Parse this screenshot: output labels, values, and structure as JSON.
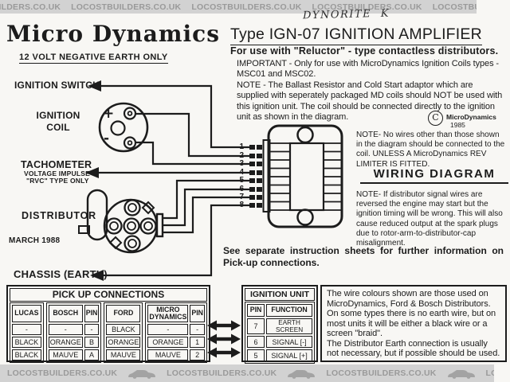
{
  "watermark": {
    "text": "LOCOSTBUILDERS.CO.UK",
    "handwritten_note": "DYNORITE K"
  },
  "header": {
    "brand": "Micro Dynamics",
    "voltage_note": "12 VOLT NEGATIVE EARTH ONLY",
    "title": "Type IGN-07 IGNITION AMPLIFIER",
    "subtitle": "For use with \"Reluctor\" - type contactless distributors."
  },
  "notes": {
    "important": "IMPORTANT - Only for use with MicroDynamics Ignition Coils types - MSC01 and MSC02.\nNOTE - The Ballast Resistor and Cold Start adaptor which are supplied with seperately packaged MD coils should NOT be used with this ignition unit. The coil should be connected directly to the ignition unit as shown in the diagram.",
    "copyright_letter": "C",
    "copyright_name": "MicroDynamics",
    "copyright_year": "1985",
    "no_extra_wires": "NOTE- No wires other than those shown in the diagram should be connected to the coil. UNLESS A  MicroDynamics REV LIMITER IS FITTED.",
    "wiring_heading": "WIRING DIAGRAM",
    "reversed_wires": "NOTE- If distributor signal wires are reversed the engine may start but the ignition timing will be wrong. This will also cause reduced output at the spark plugs due to rotor-arm-to-distributor-cap misalignment.",
    "see_separate": "See separate instruction sheets for further information on Pick-up connections."
  },
  "diagram": {
    "labels": {
      "ignition_switch": "IGNITION SWITCH",
      "ignition_coil": "IGNITION\nCOIL",
      "tachometer": "TACHOMETER",
      "tach_sub1": "VOLTAGE IMPULSE",
      "tach_sub2": "\"RVC\" TYPE ONLY",
      "distributor": "DISTRIBUTOR",
      "date": "MARCH 1988",
      "chassis": "CHASSIS (EARTH)",
      "coil_plus": "+",
      "coil_minus": "-"
    },
    "pins": [
      "1",
      "2",
      "3",
      "4",
      "5",
      "6",
      "7",
      "8"
    ]
  },
  "pickup_table": {
    "title": "PICK UP CONNECTIONS",
    "groups": [
      {
        "headers": [
          "LUCAS"
        ],
        "rows": [
          [
            "-"
          ],
          [
            "BLACK"
          ],
          [
            "BLACK"
          ]
        ]
      },
      {
        "headers": [
          "BOSCH",
          "PIN"
        ],
        "rows": [
          [
            "-",
            "-"
          ],
          [
            "ORANGE",
            "B"
          ],
          [
            "MAUVE",
            "A"
          ]
        ]
      },
      {
        "headers": [
          "FORD"
        ],
        "rows": [
          [
            "BLACK"
          ],
          [
            "ORANGE"
          ],
          [
            "MAUVE"
          ]
        ]
      },
      {
        "headers": [
          "MICRO DYNAMICS",
          "PIN"
        ],
        "rows": [
          [
            "-",
            "-"
          ],
          [
            "ORANGE",
            "1"
          ],
          [
            "MAUVE",
            "2"
          ]
        ]
      }
    ]
  },
  "ignition_table": {
    "title": "IGNITION UNIT",
    "headers": [
      "PIN",
      "FUNCTION"
    ],
    "rows": [
      [
        "7",
        "EARTH SCREEN"
      ],
      [
        "6",
        "SIGNAL [-]"
      ],
      [
        "5",
        "SIGNAL [+]"
      ]
    ]
  },
  "wire_colours_note": "The wire colours shown are those used on MicroDynamics, Ford & Bosch Distributors. On some types there is no earth wire, but on most units it will be either a black wire or a screen \"braid\".\nThe Distributor Earth connection is usually not necessary, but if possible should be used.",
  "colors": {
    "ink": "#1c1c1c",
    "paper": "#f8f7f4",
    "band_bg": "#d2d2d2",
    "band_text": "#9a9a9a"
  }
}
